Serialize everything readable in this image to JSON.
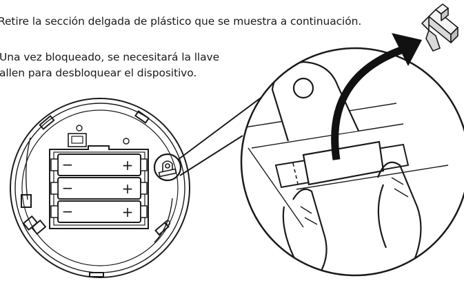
{
  "instructions": {
    "step_remove": "Retire la sección delgada de plástico que se muestra a continuación.",
    "lock_note_line1": "Una vez bloqueado, se necesitará la llave",
    "lock_note_line2": "allen para desbloquear el dispositivo."
  },
  "battery_polarity": {
    "negative": "−",
    "positive": "+"
  },
  "colors": {
    "line": "#1a1a1a",
    "arrow": "#111111",
    "plastic_piece": "#e6e6e6"
  }
}
